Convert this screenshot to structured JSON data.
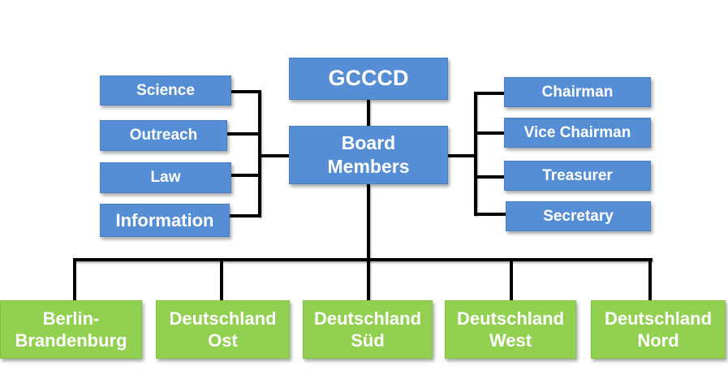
{
  "diagram": {
    "root": "GCCCD",
    "board": "Board\nMembers",
    "committees": [
      "Science",
      "Outreach",
      "Law",
      "Information"
    ],
    "officers": [
      "Chairman",
      "Vice Chairman",
      "Treasurer",
      "Secretary"
    ],
    "regions": [
      "Berlin-\nBrandenburg",
      "Deutschland\nOst",
      "Deutschland\nSüd",
      "Deutschland\nWest",
      "Deutschland\nNord"
    ]
  },
  "colors": {
    "blue_box": "#558ed5",
    "green_box": "#92d050",
    "connector": "#000000",
    "text": "#ffffff"
  }
}
